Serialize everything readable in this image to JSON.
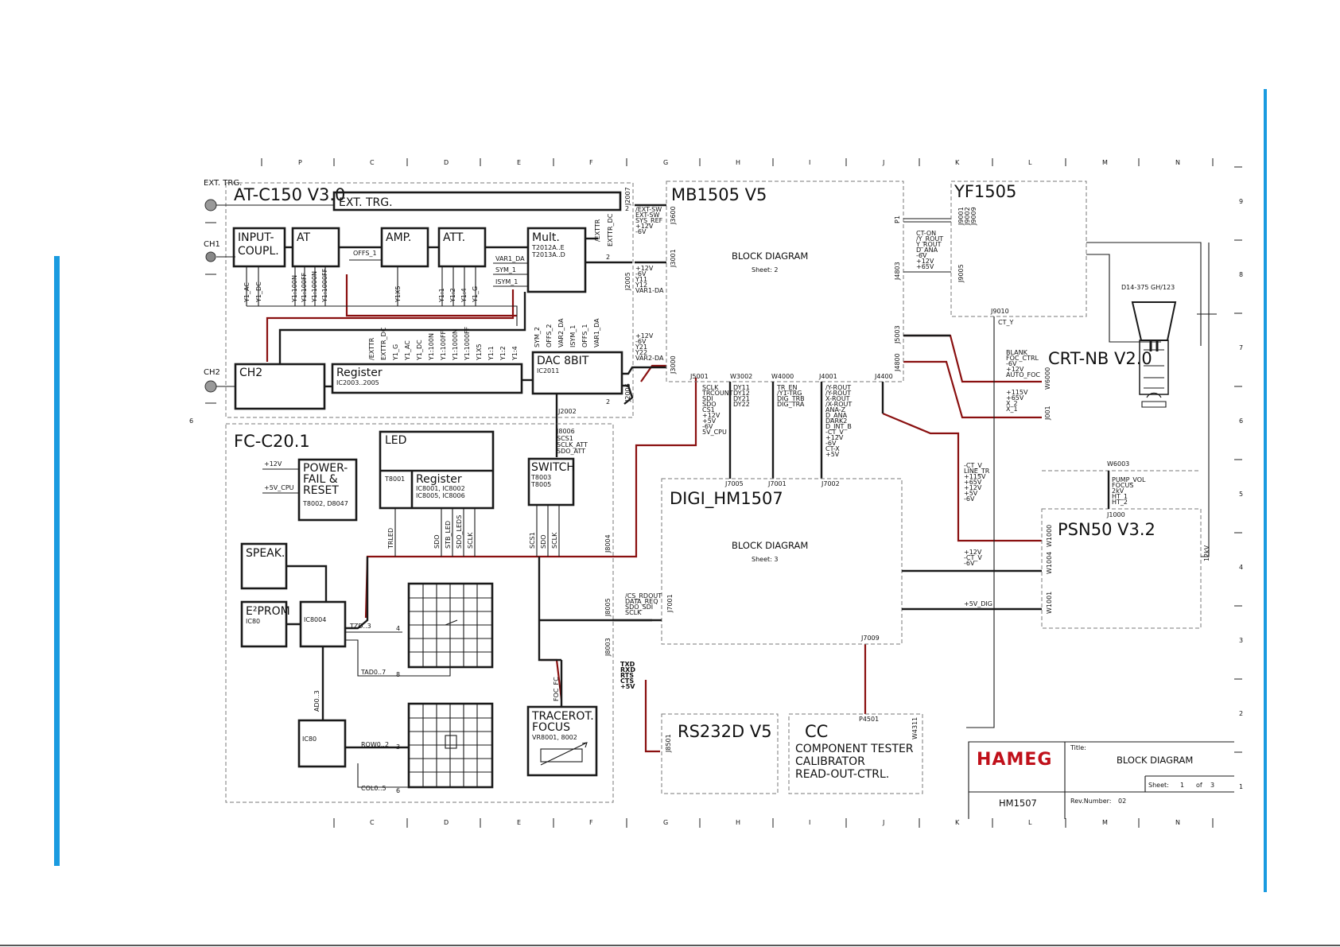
{
  "colors": {
    "accent_bar": "#1a9be0",
    "bus_red": "#8a1010",
    "ink": "#1a1a1a",
    "logo": "#c0101a"
  },
  "grid": {
    "cols_top": [
      "P",
      "C",
      "D",
      "E",
      "F",
      "G",
      "H",
      "I",
      "J",
      "K",
      "L",
      "M",
      "N"
    ],
    "cols_bottom": [
      "C",
      "D",
      "E",
      "F",
      "G",
      "H",
      "I",
      "J",
      "K",
      "L",
      "M",
      "N"
    ],
    "rows": [
      "9",
      "8",
      "7",
      "6",
      "5",
      "4",
      "3",
      "2",
      "1"
    ],
    "left_row": "6"
  },
  "connectors": {
    "ext_trg": "EXT. TRG.",
    "ch1": "CH1",
    "ch2": "CH2"
  },
  "at_c150": {
    "title": "AT-C150 V3.0",
    "ext_trg_box": "EXT. TRG.",
    "input_coupl_1": "INPUT-",
    "input_coupl_2": "COUPL.",
    "at": "AT",
    "amp": "AMP.",
    "att": "ATT.",
    "mult": "Mult.",
    "mult_sub1": "T2012A..E",
    "mult_sub2": "T2013A..D",
    "ch2_box": "CH2",
    "register": "Register",
    "register_sub": "IC2003..2005",
    "dac": "DAC    8BIT",
    "dac_sub": "IC2011",
    "offs1": "OFFS_1",
    "var1da": "VAR1_DA",
    "sym1": "SYM_1",
    "isym1": "ISYM_1",
    "exttr": "/EXTTR",
    "exttr_dc": "EXTTR_DC",
    "reg_signals": [
      "/EXTTR",
      "EXTTR_DC",
      "Y1_G",
      "Y1_AC",
      "Y1_DC",
      "Y1:100N",
      "Y1:100FF",
      "Y1:1000N",
      "Y1:1000FF",
      "Y1X5",
      "Y1:1",
      "Y1:2",
      "Y1:4"
    ],
    "dac_signals": [
      "SYM_2",
      "OFFS_2",
      "VAR2_DA",
      "ISYM_1",
      "OFFS_1",
      "VAR1_DA"
    ],
    "input_signals": [
      "Y1_AC",
      "Y1_DC"
    ],
    "at_signals": [
      "Y1:100N",
      "Y1:100FF",
      "Y1:1000N",
      "Y1:1000FF"
    ],
    "amp_signals": [
      "Y1X5"
    ],
    "att_signals": [
      "Y1:1",
      "Y1:2",
      "Y1:4",
      "Y1_G"
    ],
    "j2007": "J2007",
    "j2005": "J2005",
    "j2006": "J2006",
    "j2002": "J2002",
    "two": "2"
  },
  "fc_c20": {
    "title": "FC-C20.1",
    "led": "LED",
    "led_sub": "T8001",
    "register": "Register",
    "register_sub1": "IC8001, IC8002",
    "register_sub2": "IC8005, IC8006",
    "switch": "SWITCH",
    "switch_sub1": "T8003",
    "switch_sub2": "T8005",
    "powerfail_1": "POWER-",
    "powerfail_2": "FAIL &",
    "powerfail_3": "RESET",
    "powerfail_sub": "T8002, D8047",
    "p12v": "+12V",
    "p5vcpu": "+5V_CPU",
    "speak": "SPEAK.",
    "eprom": "E²PROM",
    "eprom_sub": "IC80",
    "ic8004": "IC8004",
    "ic80": "IC80",
    "tzd": "TZD..3",
    "tad": "TAD0..7",
    "ad03": "AD0..3",
    "row": "ROW0..2",
    "col": "COL0..5",
    "n4": "4",
    "n8": "8",
    "n3": "3",
    "n6": "6",
    "reg_signals": [
      "SDO",
      "STB_LED",
      "SDO_LEDS",
      "SCLK"
    ],
    "led_signal": "TRLED",
    "switch_signals": [
      "SCS1",
      "SDO",
      "SCLK"
    ],
    "traceroc_1": "TRACEROT.",
    "traceroc_2": "FOCUS",
    "traceroc_sub": "VR8001, 8002",
    "foc_fc": "FOC_FC",
    "j8006": "J8006",
    "j8006_sigs": [
      "SCS1",
      "SCLK_ATT",
      "SDO_ATT"
    ],
    "j8004": "J8004",
    "j8005": "J8005",
    "j8003": "J8003"
  },
  "mb1505": {
    "title": "MB1505  V5",
    "sub": "BLOCK DIAGRAM",
    "sheet": "Sheet:  2",
    "j3600": "J3600",
    "j3600_sigs": [
      "/EXT-SW",
      "EXT-SW",
      "SYS_REF",
      "+12V",
      "-6V"
    ],
    "j3001": "J3001",
    "j3001_sigs": [
      "+12V",
      "-6V",
      "Y11",
      "Y12",
      "VAR1-DA"
    ],
    "j3000": "J3000",
    "j3000_sigs": [
      "+12V",
      "-6V",
      "Y21",
      "Y22",
      "VAR2-DA"
    ],
    "j5001": "J5001",
    "j5001_sigs": [
      "SCLK",
      "TRCOUNT",
      "SDI",
      "SDO",
      "CS1",
      "+12V",
      "+5V",
      "-6V",
      "5V_CPU"
    ],
    "w3002": "W3002",
    "w3002_sigs": [
      "DY11",
      "DY12",
      "DY21",
      "DY22"
    ],
    "w4000": "W4000",
    "w4000_sigs": [
      "TR_EN",
      "/Y1-TRG",
      "DIG_TRB",
      "DIG_TRA"
    ],
    "j4001": "J4001",
    "j4001_sigs": [
      "/Y-ROUT",
      "/Y-ROUT",
      "X-ROUT",
      "/X-ROUT",
      "ANA-Z",
      "D_ANA",
      "DARK2",
      "D_INT_B",
      "-CT_V",
      "+12V",
      "-6V",
      "CT-X",
      "+5V"
    ],
    "j4400": "J4400",
    "p1": "P1",
    "j4803": "J4803",
    "j4803_sigs": [
      "CT-ON",
      "/Y_ROUT",
      "Y_ROUT",
      "D_ANA",
      "-6V",
      "+12V",
      "+65V"
    ],
    "j5003": "J5003",
    "j4800": "J4800"
  },
  "yf1505": {
    "title": "YF1505",
    "j9001": "J9001",
    "j9002": "J9002",
    "j9009": "J9009",
    "j9005": "J9005",
    "j9010": "J9010",
    "ct_y": "CT_Y"
  },
  "crt": {
    "tube": "D14-375 GH/123",
    "title": "CRT-NB V2.0",
    "w6000": "W6000",
    "w6000_sigs": [
      "BLANK",
      "FOC_CTRL",
      "-6V",
      "+12V",
      "AUTO_FOC"
    ],
    "j001": "J001",
    "j001_sigs": [
      "+115V",
      "+65V",
      "X_2",
      "X_1"
    ]
  },
  "digi": {
    "title": "DIGI_HM1507",
    "sub": "BLOCK DIAGRAM",
    "sheet": "Sheet:  3",
    "j7005": "J7005",
    "j7001a": "J7001",
    "j7002": "J7002",
    "j7001b": "J7001",
    "j7001_sigs": [
      "/CS_RDOUT",
      "DATA_REQ",
      "SDO_SDI",
      "SCLK"
    ],
    "j7009": "J7009"
  },
  "psn50": {
    "title": "PSN50  V3.2",
    "w6003": "W6003",
    "w6003_sigs": [
      "PUMP_VOL",
      "FOCUS",
      "2kV",
      "HT_1",
      "HT_2"
    ],
    "j1000": "J1000",
    "w1000": "W1000",
    "w1004": "W1004",
    "w1001": "W1001",
    "left_sigs": [
      "-CT_V",
      "LINE_TR",
      "+115V",
      "+65V",
      "+12V",
      "+5V",
      "-6V"
    ],
    "w1004_sigs": [
      "+12V",
      "-CT_V",
      "-6V"
    ],
    "w1001_sig": "+5V_DIG",
    "hv": "12kV"
  },
  "rs232": {
    "title": "RS232D  V5",
    "j8501": "J8501",
    "sigs": [
      "TXD",
      "RXD",
      "RTS",
      "CTS",
      "+5V"
    ]
  },
  "cc": {
    "title": "CC",
    "line1": "COMPONENT TESTER",
    "line2": "CALIBRATOR",
    "line3": "READ-OUT-CTRL.",
    "p4501": "P4501",
    "w4311": "W4311"
  },
  "title_block": {
    "logo": "HAMEG",
    "title_label": "Title:",
    "title": "BLOCK DIAGRAM",
    "sheet_label": "Sheet:",
    "sheet_no": "1",
    "of": "of",
    "total": "3",
    "model": "HM1507",
    "rev_label": "Rev.Number:",
    "rev": "02"
  }
}
